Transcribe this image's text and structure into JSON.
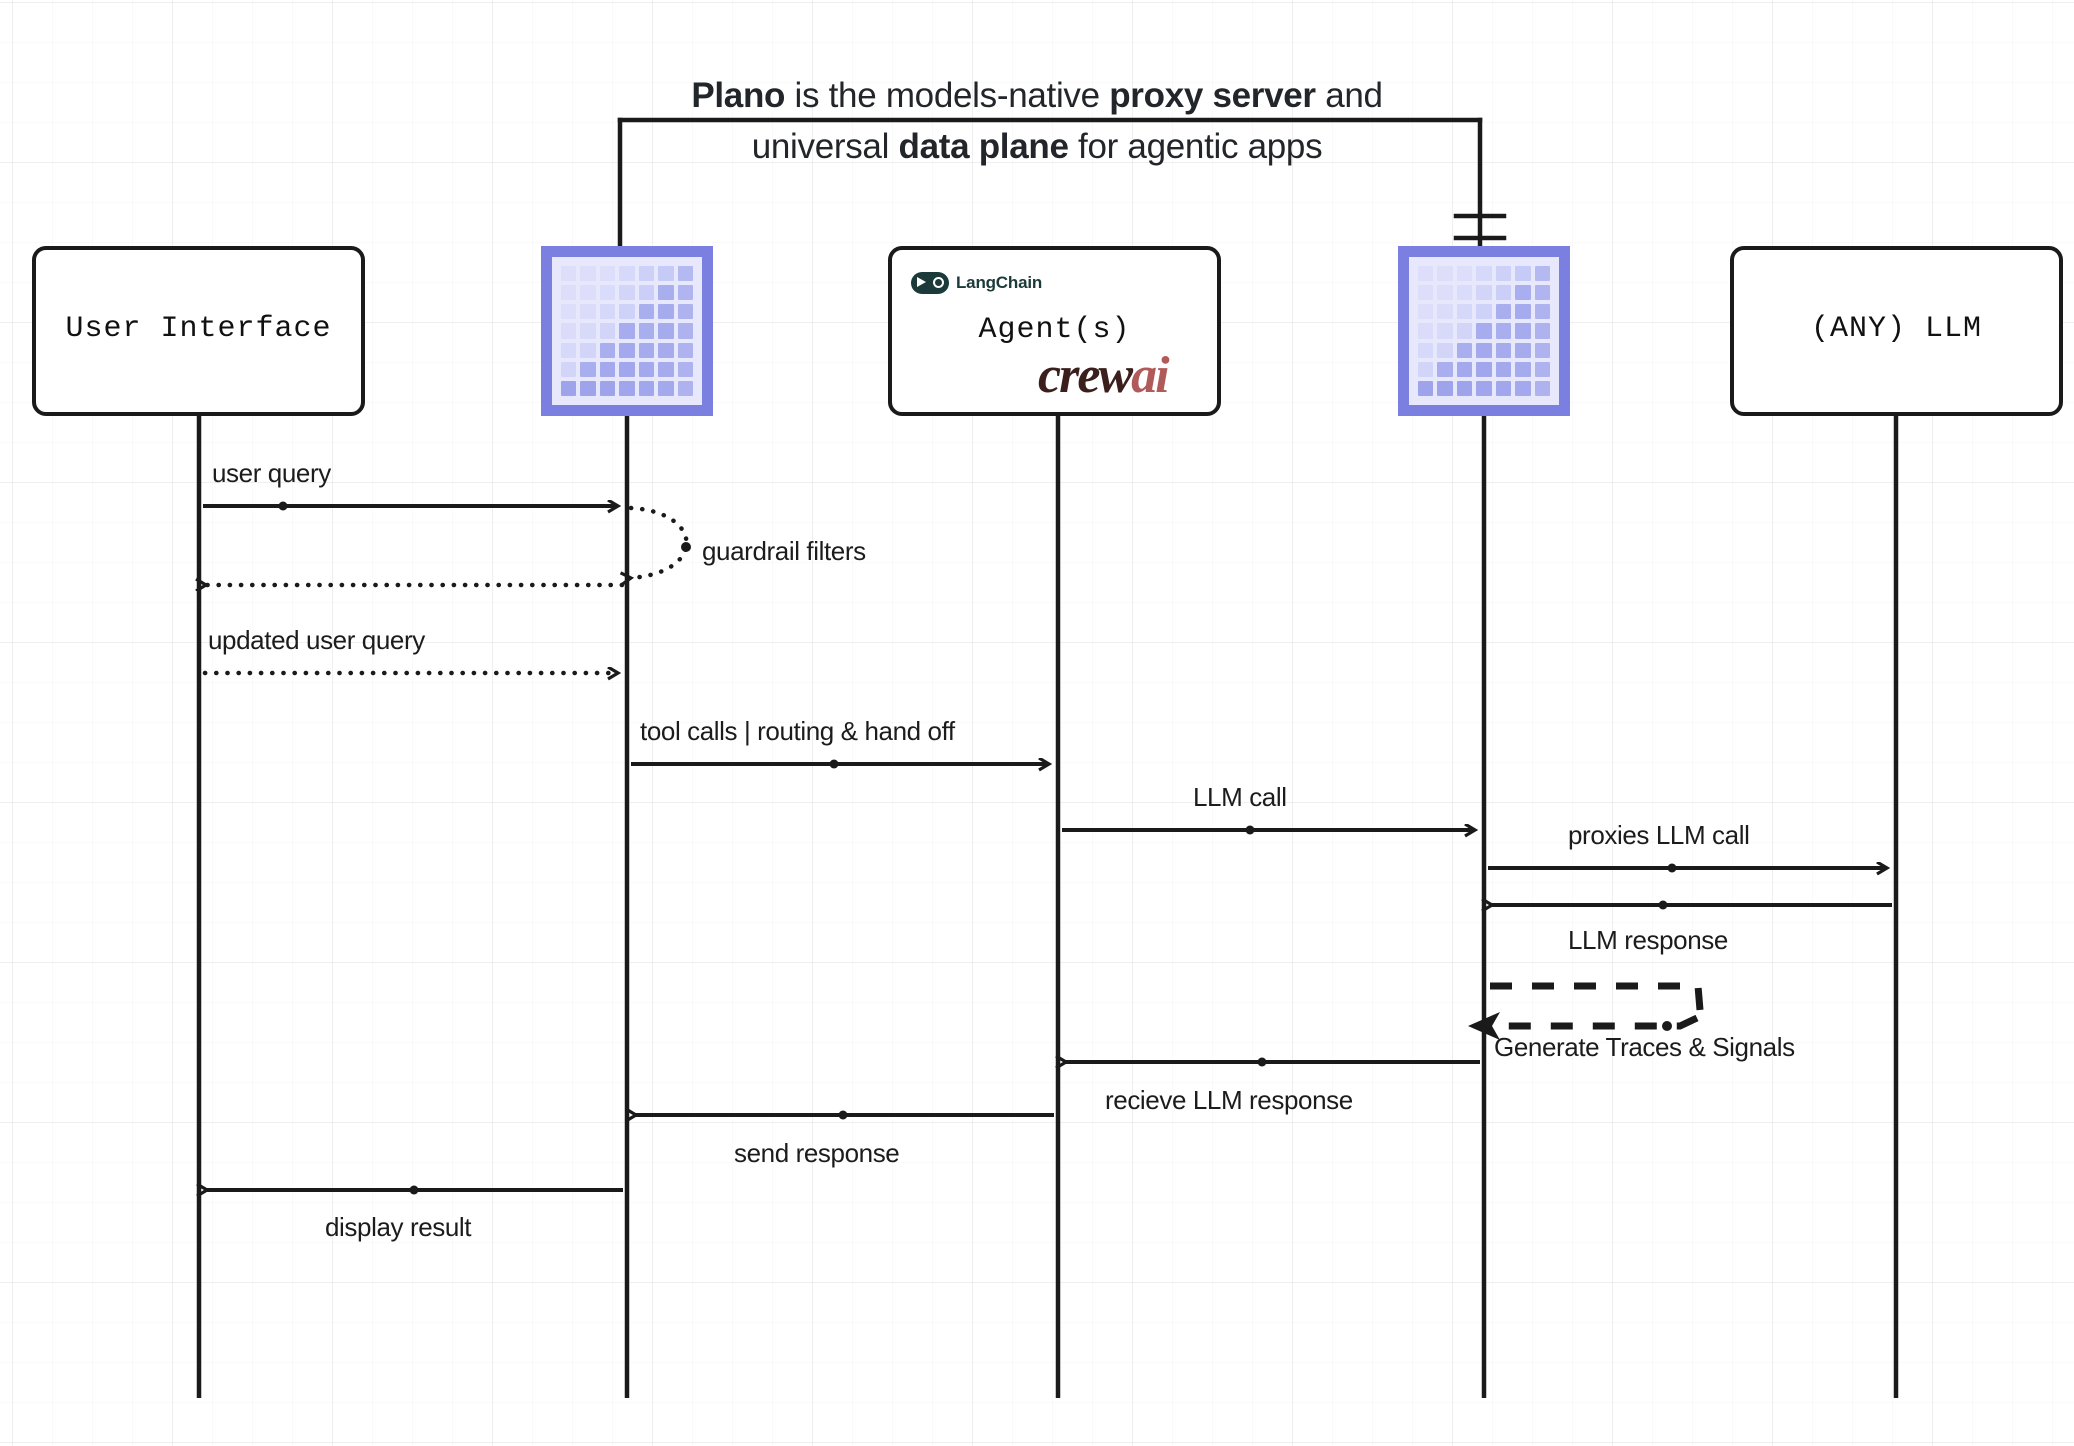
{
  "diagram": {
    "type": "sequence-diagram",
    "title": {
      "line1_parts": [
        {
          "text": "Plano",
          "bold": true
        },
        {
          "text": " is the models-native ",
          "bold": false
        },
        {
          "text": "proxy server",
          "bold": true
        },
        {
          "text": " and",
          "bold": false
        }
      ],
      "line2_parts": [
        {
          "text": "universal ",
          "bold": false
        },
        {
          "text": "data plane",
          "bold": true
        },
        {
          "text": " for agentic apps",
          "bold": false
        }
      ],
      "line1_plain": "Plano is the models-native proxy server and",
      "line2_plain": "universal data plane for agentic apps"
    },
    "participants": [
      {
        "id": "ui",
        "label": "User Interface",
        "kind": "box"
      },
      {
        "id": "plano_in",
        "label": "",
        "kind": "plano-icon"
      },
      {
        "id": "agents",
        "label": "Agent(s)",
        "kind": "box",
        "logos": [
          "LangChain",
          "crewAI"
        ]
      },
      {
        "id": "plano_out",
        "label": "",
        "kind": "plano-icon"
      },
      {
        "id": "llm",
        "label": "(ANY) LLM",
        "kind": "box"
      }
    ],
    "messages": [
      {
        "id": "m1",
        "label": "user query",
        "from": "ui",
        "to": "plano_in",
        "style": "solid",
        "direction": "right"
      },
      {
        "id": "m2",
        "label": "guardrail filters",
        "from": "plano_in",
        "to": "plano_in",
        "style": "dotted",
        "direction": "self"
      },
      {
        "id": "m3",
        "label": "",
        "from": "plano_in",
        "to": "ui",
        "style": "dotted",
        "direction": "left"
      },
      {
        "id": "m4",
        "label": "updated user query",
        "from": "ui",
        "to": "plano_in",
        "style": "dotted",
        "direction": "right"
      },
      {
        "id": "m5",
        "label": "tool calls | routing & hand off",
        "from": "plano_in",
        "to": "agents",
        "style": "solid",
        "direction": "right"
      },
      {
        "id": "m6",
        "label": "LLM call",
        "from": "agents",
        "to": "plano_out",
        "style": "solid",
        "direction": "right"
      },
      {
        "id": "m7",
        "label": "proxies LLM call",
        "from": "plano_out",
        "to": "llm",
        "style": "solid",
        "direction": "right"
      },
      {
        "id": "m8",
        "label": "LLM response",
        "from": "llm",
        "to": "plano_out",
        "style": "solid",
        "direction": "left"
      },
      {
        "id": "m9",
        "label": "Generate Traces & Signals",
        "from": "plano_out",
        "to": "plano_out",
        "style": "dashed",
        "direction": "self"
      },
      {
        "id": "m10",
        "label": "recieve LLM response",
        "from": "plano_out",
        "to": "agents",
        "style": "solid",
        "direction": "left"
      },
      {
        "id": "m11",
        "label": "send response",
        "from": "agents",
        "to": "plano_in",
        "style": "solid",
        "direction": "left"
      },
      {
        "id": "m12",
        "label": "display result",
        "from": "plano_in",
        "to": "ui",
        "style": "solid",
        "direction": "left"
      }
    ],
    "colors": {
      "plano_border": "#7b7fe0",
      "plano_fill": "#e7e8fb",
      "line": "#1a1a1a",
      "text": "#1c1c1c",
      "grid": "#ebebeb",
      "langchain": "#1c3a3a",
      "crewai_dark": "#3a1f1d",
      "crewai_red": "#b05a5a"
    },
    "logos": {
      "langchain_text": "LangChain",
      "crewai_text_1": "crew",
      "crewai_text_2": "ai"
    }
  }
}
